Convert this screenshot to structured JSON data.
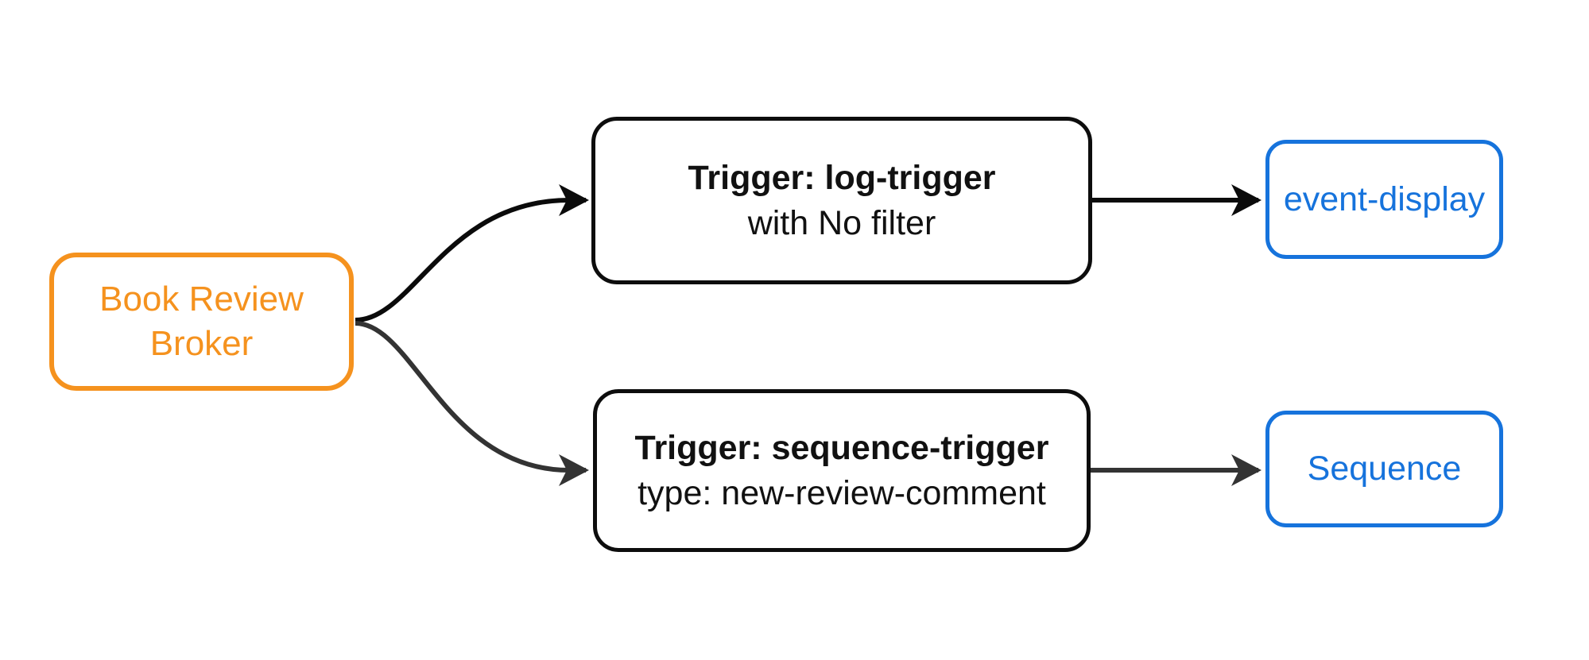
{
  "diagram": {
    "type": "flowchart",
    "direction": "left-to-right",
    "nodes": {
      "broker": {
        "lines": [
          "Book Review",
          "Broker"
        ],
        "role": "event broker"
      },
      "log_trigger": {
        "title": "Trigger: log-trigger",
        "subtitle": "with No filter"
      },
      "sequence_trigger": {
        "title": "Trigger: sequence-trigger",
        "subtitle": "type: new-review-comment"
      },
      "event_display": {
        "label": "event-display"
      },
      "sequence": {
        "label": "Sequence"
      }
    },
    "edges": [
      {
        "from": "Book Review Broker",
        "to": "Trigger: log-trigger"
      },
      {
        "from": "Book Review Broker",
        "to": "Trigger: sequence-trigger"
      },
      {
        "from": "Trigger: log-trigger",
        "to": "event-display"
      },
      {
        "from": "Trigger: sequence-trigger",
        "to": "Sequence"
      }
    ]
  },
  "colors": {
    "background": "#ffffff",
    "broker-accent": "#F5921E",
    "endpoint-accent": "#1673DC",
    "trigger-border": "#0D0D0D",
    "trigger-text": "#111111",
    "edge-dark": "#0B0B0B",
    "edge-gray": "#333333"
  }
}
